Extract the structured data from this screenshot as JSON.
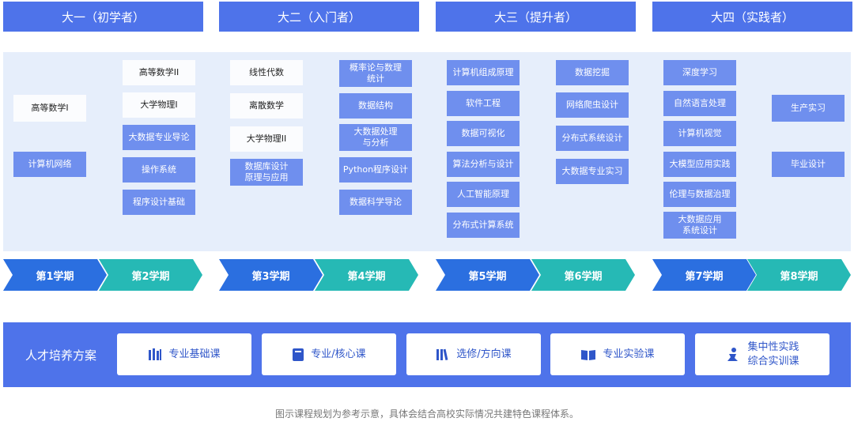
{
  "years": [
    "大一（初学者）",
    "大二（入门者）",
    "大三（提升者）",
    "大四（实践者）"
  ],
  "courses": {
    "y1": [
      "高等数学I",
      "计算机网络"
    ],
    "s2": [
      "高等数学II",
      "大学物理I",
      "大数据专业导论",
      "操作系统",
      "程序设计基础"
    ],
    "s3": [
      "线性代数",
      "离散数学",
      "大学物理II",
      "数据库设计\n原理与应用"
    ],
    "s4": [
      "概率论与数理\n统计",
      "数据结构",
      "大数据处理\n与分析",
      "Python程序设计",
      "数据科学导论"
    ],
    "s5": [
      "计算机组成原理",
      "软件工程",
      "数据可视化",
      "算法分析与设计",
      "人工智能原理",
      "分布式计算系统"
    ],
    "s6": [
      "数据挖掘",
      "网络爬虫设计",
      "分布式系统设计",
      "大数据专业实习"
    ],
    "s7": [
      "深度学习",
      "自然语言处理",
      "计算机视觉",
      "大模型应用实践",
      "伦理与数据治理",
      "大数据应用\n系统设计"
    ],
    "s8": [
      "生产实习",
      "毕业设计"
    ]
  },
  "semesters": [
    "第1学期",
    "第2学期",
    "第3学期",
    "第4学期",
    "第5学期",
    "第6学期",
    "第7学期",
    "第8学期"
  ],
  "plan": {
    "title": "人才培养方案",
    "items": [
      {
        "label": "专业基础课",
        "icon": "books-icon"
      },
      {
        "label": "专业/核心课",
        "icon": "book-icon"
      },
      {
        "label": "选修/方向课",
        "icon": "library-icon"
      },
      {
        "label": "专业实验课",
        "icon": "open-book-icon"
      },
      {
        "label": "集中性实践\n综合实训课",
        "icon": "practice-icon"
      }
    ]
  },
  "footnote": "图示课程规划为参考示意，具体会结合高校实际情况共建特色课程体系。",
  "colors": {
    "year_header": "#4e73ea",
    "odd_semester": "#2b6fe0",
    "even_semester": "#26b9b5",
    "panel": "#e6eefb",
    "course_blue": "#6f8fee"
  }
}
